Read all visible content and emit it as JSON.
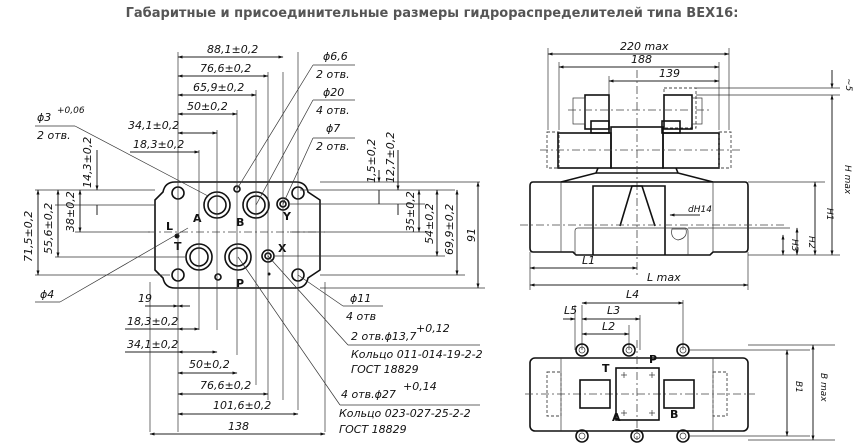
{
  "title": "Габаритные и присоединительные размеры гидрораспределителей типа BEX16:",
  "left_view": {
    "top_dims": [
      "88,1±0,2",
      "76,6±0,2",
      "65,9±0,2",
      "50±0,2",
      "34,1±0,2",
      "18,3±0,2"
    ],
    "callouts_top_right": [
      {
        "d": "ϕ6,6",
        "n": "2 отв."
      },
      {
        "d": "ϕ20",
        "n": "4 отв."
      },
      {
        "d": "ϕ7",
        "n": "2 отв."
      }
    ],
    "callout_top_left": {
      "d": "ϕ3",
      "tol": "+0,06",
      "n": "2 отв."
    },
    "left_dims": [
      "71,5±0,2",
      "55,6±0,2",
      "38±0,2",
      "14,3±0,2"
    ],
    "right_dims": [
      "1,5±0,2",
      "12,7±0,2",
      "35±0,2",
      "54±0,2",
      "69,9±0,2",
      "91"
    ],
    "ports": [
      "A",
      "B",
      "Y",
      "L",
      "T",
      "X",
      "P"
    ],
    "callout_phi4": "ϕ4",
    "bottom_dims": [
      "19",
      "18,3±0,2",
      "34,1±0,2",
      "50±0,2",
      "76,6±0,2",
      "101,6±0,2",
      "138"
    ],
    "callouts_bottom_right": {
      "phi11": {
        "d": "ϕ11",
        "n": "4 отв"
      },
      "ring1": {
        "line1": "2 отв.ϕ13,7",
        "tol": "+0,12",
        "line2": "Кольцо 011-014-19-2-2",
        "line3": "ГОСТ 18829"
      },
      "ring2": {
        "line1": "4 отв.ϕ27",
        "tol": "+0,14",
        "line2": "Кольцо 023-027-25-2-2",
        "line3": "ГОСТ 18829"
      }
    }
  },
  "right_view": {
    "top_dims": [
      "220 max",
      "188",
      "139"
    ],
    "side_dims": [
      "~5",
      "H max",
      "H1",
      "H2",
      "H3"
    ],
    "bottom_dims": [
      "L1",
      "L max"
    ],
    "thread_label": "dH14",
    "plan_dims": [
      "L4",
      "L3",
      "L5",
      "L2"
    ],
    "plan_side_dims": [
      "B1",
      "B max"
    ],
    "plan_ports": [
      "P",
      "T",
      "A",
      "B"
    ]
  }
}
